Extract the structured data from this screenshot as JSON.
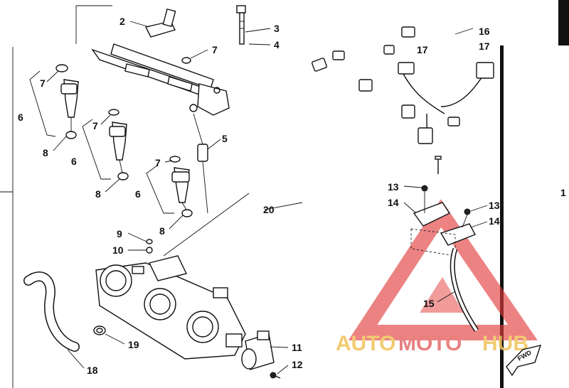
{
  "callouts": {
    "c2": "2",
    "c3": "3",
    "c4": "4",
    "c5": "5",
    "c6a": "6",
    "c6b": "6",
    "c6c": "6",
    "c7a": "7",
    "c7b": "7",
    "c7c": "7",
    "c7d": "7",
    "c8a": "8",
    "c8b": "8",
    "c8c": "8",
    "c9": "9",
    "c10": "10",
    "c11": "11",
    "c12": "12",
    "c13a": "13",
    "c13b": "13",
    "c14a": "14",
    "c14b": "14",
    "c15": "15",
    "c16": "16",
    "c17a": "17",
    "c17b": "17",
    "c18": "18",
    "c19": "19",
    "c20": "20",
    "c1": "1"
  },
  "watermark": {
    "auto": "AUTO",
    "moto": "MOTO",
    "hub": "HUB"
  },
  "fwd_label": "FWD",
  "colors": {
    "line": "#111111",
    "watermark_red": "#e23b3b",
    "watermark_yellow": "#f0c25a"
  }
}
